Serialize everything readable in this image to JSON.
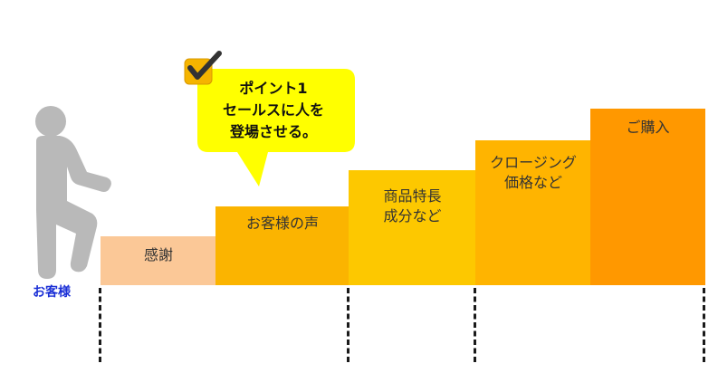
{
  "person": {
    "label": "お客様",
    "icon": "walking-person-icon"
  },
  "callout": {
    "lines": [
      "ポイント1",
      "セールスに人を",
      "登場させる。"
    ],
    "icon": "checkmark-icon",
    "fill_color": "#ffff00"
  },
  "steps": [
    {
      "lines": [
        "感謝"
      ],
      "color": "#fbc897"
    },
    {
      "lines": [
        "お客様の声"
      ],
      "color": "#fbb400"
    },
    {
      "lines": [
        "商品特長",
        "成分など"
      ],
      "color": "#fdc800"
    },
    {
      "lines": [
        "クロージング",
        "価格など"
      ],
      "color": "#ffb400"
    },
    {
      "lines": [
        "ご購入"
      ],
      "color": "#ff9800"
    }
  ]
}
